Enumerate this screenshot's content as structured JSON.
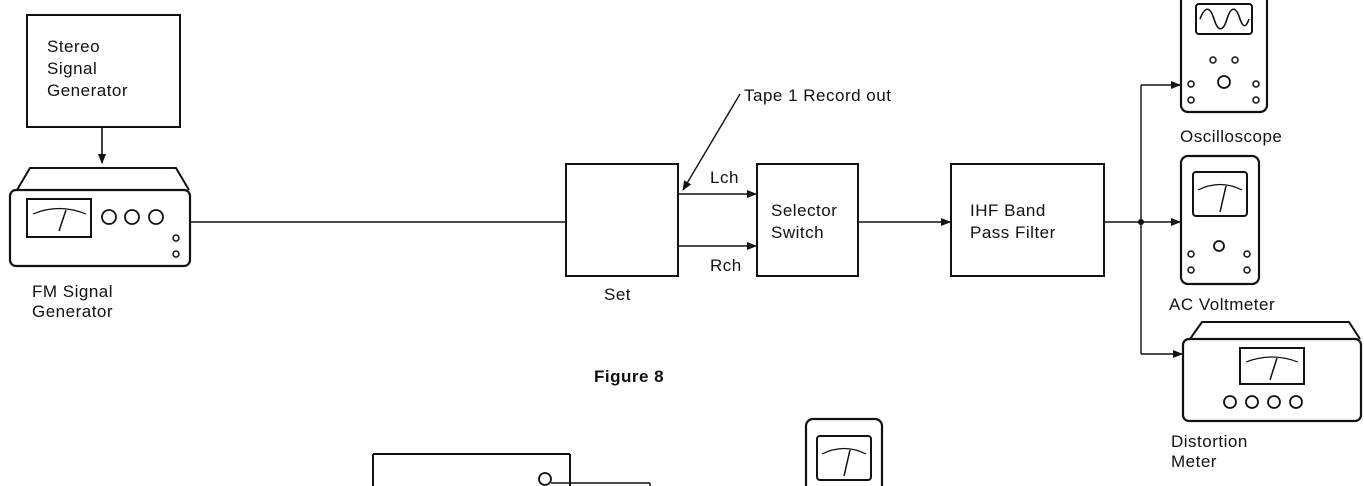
{
  "figure": {
    "caption": "Figure 8",
    "blocks": {
      "stereo_signal_generator": "Stereo\nSignal\nGenerator",
      "fm_signal_generator": "FM Signal\nGenerator",
      "set": "Set",
      "selector_switch": "Selector\nSwitch",
      "band_pass_filter": "IHF Band\nPass Filter",
      "oscilloscope": "Oscilloscope",
      "ac_voltmeter": "AC Voltmeter",
      "distortion_meter": "Distortion\nMeter"
    },
    "annotations": {
      "tape_out": "Tape 1 Record out",
      "left_channel": "Lch",
      "right_channel": "Rch"
    }
  }
}
